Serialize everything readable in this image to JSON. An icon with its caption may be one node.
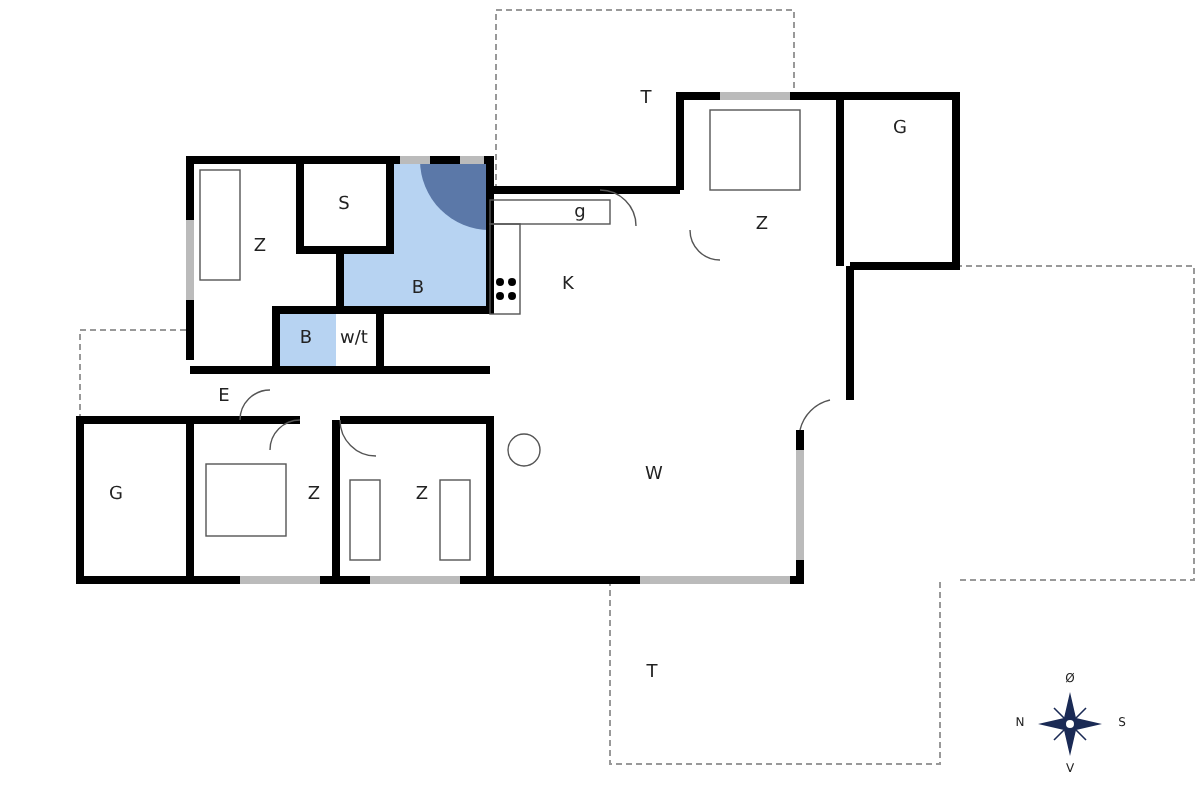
{
  "diagram": {
    "labels": [
      "T",
      "G",
      "S",
      "g",
      "Z",
      "Z",
      "B",
      "K",
      "B",
      "w/t",
      "E",
      "W",
      "G",
      "Z",
      "Z",
      "T",
      "Ø",
      "N",
      "S",
      "V"
    ]
  }
}
